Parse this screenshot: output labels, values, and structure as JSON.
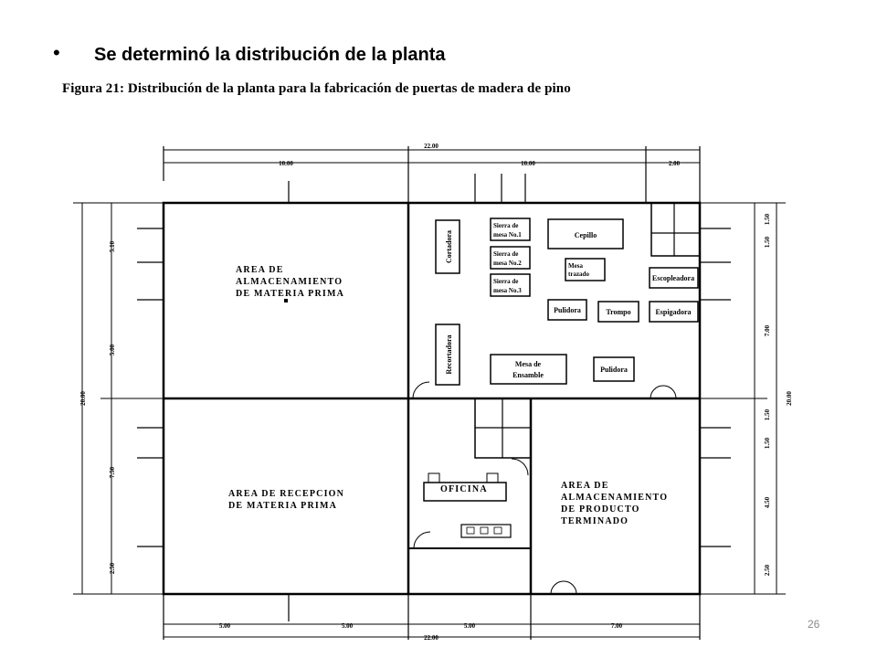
{
  "slide": {
    "bullet_char": "•",
    "heading": "Se determinó la distribución de la planta",
    "page_number": "26"
  },
  "figure": {
    "caption": "Figura 21: Distribución de la planta para la fabricación de puertas de madera de pino",
    "areas": {
      "raw_storage": [
        "AREA DE",
        "ALMACENAMIENTO",
        "DE MATERIA PRIMA"
      ],
      "reception": [
        "AREA DE RECEPCION",
        "DE MATERIA PRIMA"
      ],
      "office": "OFICINA",
      "finished_storage": [
        "AREA DE",
        "ALMACENAMIENTO",
        "DE PRODUCTO",
        "TERMINADO"
      ]
    },
    "equipment": {
      "cortadora": "Cortadora",
      "recortadora": "Recortadora",
      "sierra1": [
        "Sierra de",
        "mesa No.1"
      ],
      "sierra2": [
        "Sierra de",
        "mesa No.2"
      ],
      "sierra3": [
        "Sierra de",
        "mesa No.3"
      ],
      "cepillo": "Cepillo",
      "mesa_trazado": [
        "Mesa",
        "trazado"
      ],
      "escopleadora": "Escopleadora",
      "pulidora1": "Pulidora",
      "trompo": "Trompo",
      "espigadora": "Espigadora",
      "mesa_ensamble": [
        "Mesa de",
        "Ensamble"
      ],
      "pulidora2": "Pulidora"
    },
    "dimensions": {
      "top_total": "22.00",
      "top_left": "10.00",
      "top_mid": "10.00",
      "top_right": "2.00",
      "bottom_total": "22.00",
      "bottom_1": "5.00",
      "bottom_2": "5.00",
      "bottom_3": "5.00",
      "bottom_4": "7.00",
      "left_total": "20.00",
      "left_1": "5.10",
      "left_2": "5.00",
      "left_3": "7.50",
      "left_4": "2.50",
      "right_total": "20.00",
      "right_1": "1.50",
      "right_2": "1.50",
      "right_3": "7.00",
      "right_4": "1.50",
      "right_5": "1.50",
      "right_6": "4.50",
      "right_7": "2.50"
    }
  }
}
